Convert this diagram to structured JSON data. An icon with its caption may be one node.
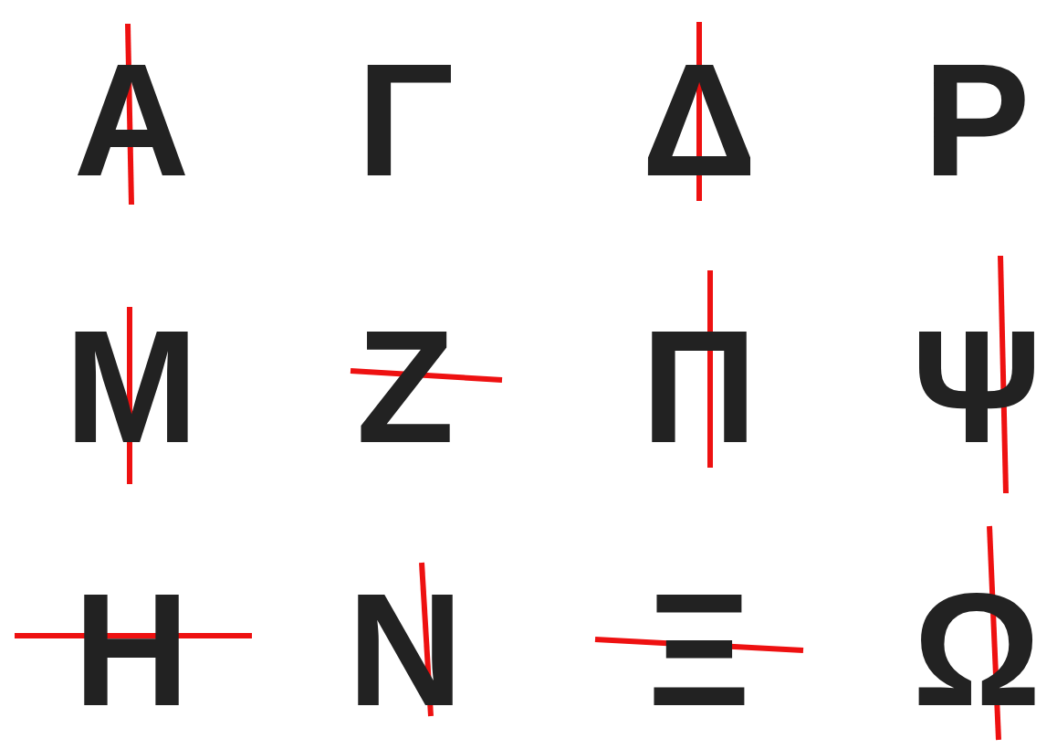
{
  "diagram": {
    "labels": [
      "Α",
      "Γ",
      "Δ",
      "Ρ",
      "Μ",
      "Ζ",
      "Π",
      "Ψ",
      "Η",
      "Ν",
      "Ξ",
      "Ω"
    ]
  }
}
